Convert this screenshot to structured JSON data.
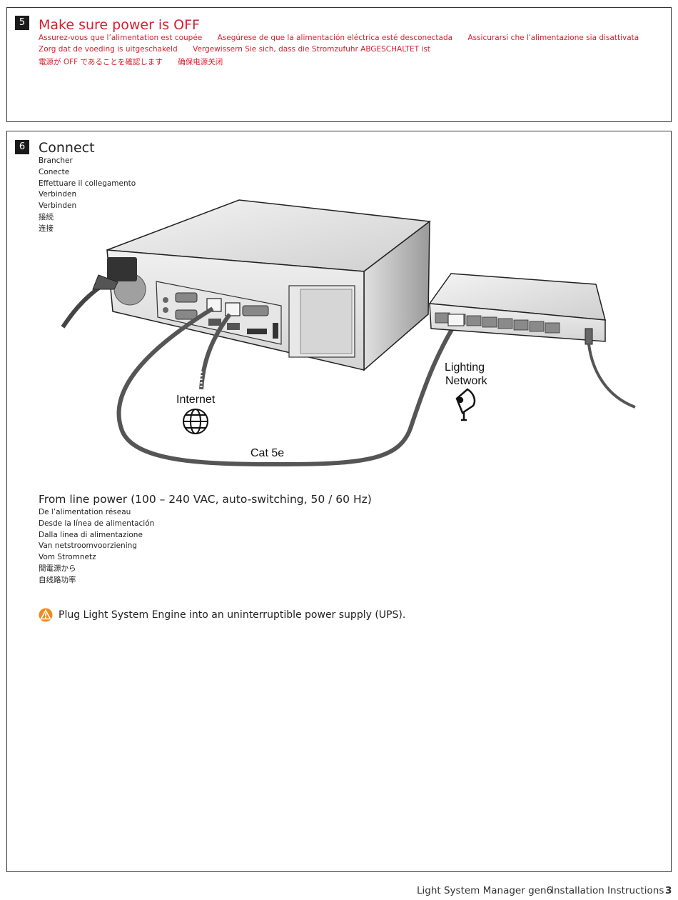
{
  "step5": {
    "number": "5",
    "title": "Make sure power is OFF",
    "line1": [
      "Assurez-vous que l’alimentation est coupée",
      "Asegúrese de que la alimentación eléctrica esté desconectada",
      "Assicurarsi che l'alimentazione sia disattivata"
    ],
    "line2": [
      "Zorg dat de voeding is uitgeschakeld",
      "Vergewissern Sie sich, dass die Stromzufuhr ABGESCHALTET ist"
    ],
    "line3": [
      "電源が OFF であることを確認します",
      "确保电源关闭"
    ]
  },
  "step6": {
    "number": "6",
    "title": "Connect",
    "translations": [
      "Brancher",
      "Conecte",
      "Effettuare il collegamento",
      "Verbinden",
      "Verbinden",
      "接続",
      "连接"
    ],
    "diagram": {
      "internet_label": "Internet",
      "lighting_label_1": "Lighting",
      "lighting_label_2": "Network",
      "cable_label": "Cat 5e"
    },
    "power": {
      "title": "From line power (100 – 240 VAC, auto-switching, 50 / 60 Hz)",
      "translations": [
        "De l’alimentation réseau",
        "Desde la línea de alimentación",
        "Dalla linea di alimentazione",
        "Van netstroomvoorziening",
        "Vom Stromnetz",
        "間電源から",
        "自线路功率"
      ]
    },
    "warning": "Plug Light System Engine into an uninterruptible power supply (UPS)."
  },
  "footer": {
    "product": "Light System Manager gen6",
    "doc": "Installation Instructions",
    "page": "3"
  },
  "colors": {
    "red": "#d4202e",
    "warning_orange": "#f08a1c"
  }
}
